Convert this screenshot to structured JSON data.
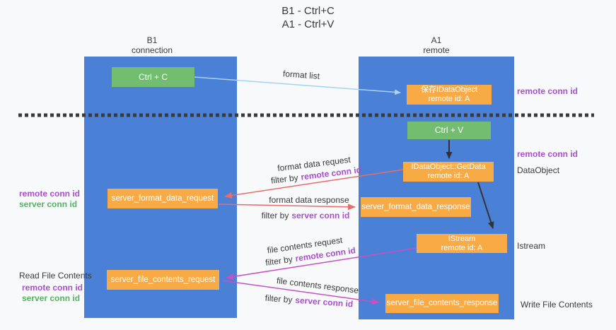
{
  "title": {
    "line1": "B1 - Ctrl+C",
    "line2": "A1 - Ctrl+V"
  },
  "columns": {
    "left": {
      "name": "B1",
      "role": "connection"
    },
    "right": {
      "name": "A1",
      "role": "remote"
    }
  },
  "boxes": {
    "ctrl_c": {
      "label": "Ctrl + C"
    },
    "save_idataobject": {
      "line1": "保存IDataObject",
      "line2": "remote id: A"
    },
    "ctrl_v": {
      "label": "Ctrl + V"
    },
    "idataobject_getdata": {
      "line1": "IDataObject::GetData",
      "line2": "remote id: A"
    },
    "istream": {
      "line1": "IStream",
      "line2": "remote id: A"
    },
    "server_format_data_request": {
      "label": "server_format_data_request"
    },
    "server_format_data_response": {
      "label": "server_format_data_response"
    },
    "server_file_contents_request": {
      "label": "server_file_contents_request"
    },
    "server_file_contents_response": {
      "label": "server_file_contents_response"
    }
  },
  "arrow_labels": {
    "format_list": "format list",
    "format_data_request": "format data request",
    "format_data_response": "format data response",
    "file_contents_request": "file contents request",
    "file_contents_response": "file contents response",
    "filter_by": "filter by",
    "remote_conn_id": "remote conn id",
    "server_conn_id": "server conn id"
  },
  "side_labels": {
    "right_top_remote_conn_id": "remote conn id",
    "right_mid_remote_conn_id": "remote conn id",
    "dataobject": "DataObject",
    "istream": "Istream",
    "write_file_contents": "Write File Contents",
    "left_remote_conn_id": "remote conn id",
    "left_server_conn_id": "server conn id",
    "read_file_contents": "Read File Contents",
    "left_bottom_remote_conn_id": "remote conn id",
    "left_bottom_server_conn_id": "server conn id"
  },
  "colors": {
    "column_blue": "#4a80d5",
    "box_green": "#73bd71",
    "box_orange": "#f8ab45",
    "arrow_light_blue": "#a6d3f2",
    "arrow_red": "#e96c6c",
    "arrow_magenta": "#c94fc3",
    "arrow_black": "#333333",
    "text_purple": "#a84fd0",
    "text_green": "#53b45f",
    "background": "#f8f9fa"
  }
}
